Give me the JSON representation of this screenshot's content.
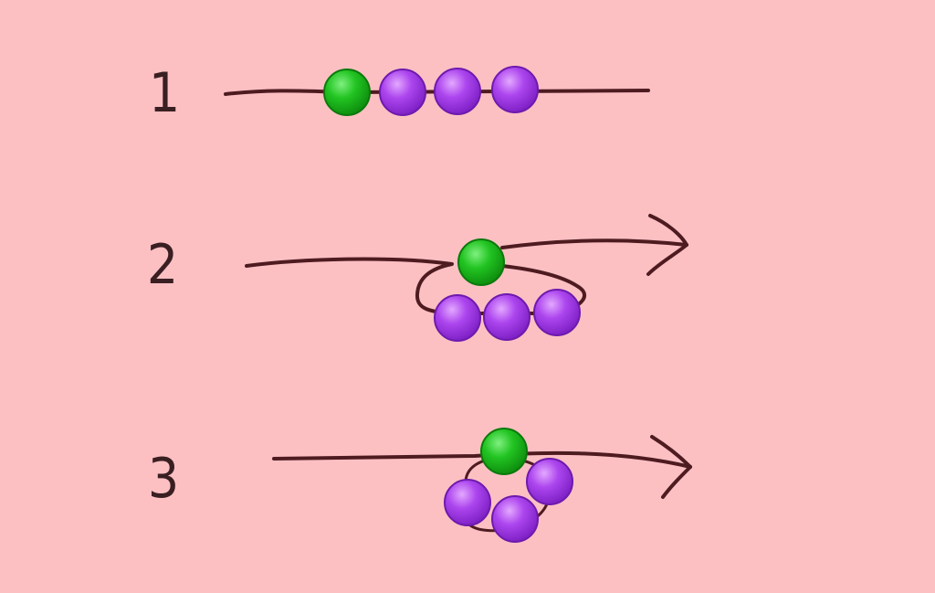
{
  "background_color": "#fcc0c3",
  "thread_color": "#4e1c20",
  "bead_colors": {
    "green": "#17b717",
    "purple": "#a63ee8"
  },
  "steps": [
    {
      "number": "1",
      "green_beads": 1,
      "purple_beads": 3
    },
    {
      "number": "2",
      "green_beads": 1,
      "purple_beads": 3
    },
    {
      "number": "3",
      "green_beads": 1,
      "purple_beads": 3
    }
  ]
}
